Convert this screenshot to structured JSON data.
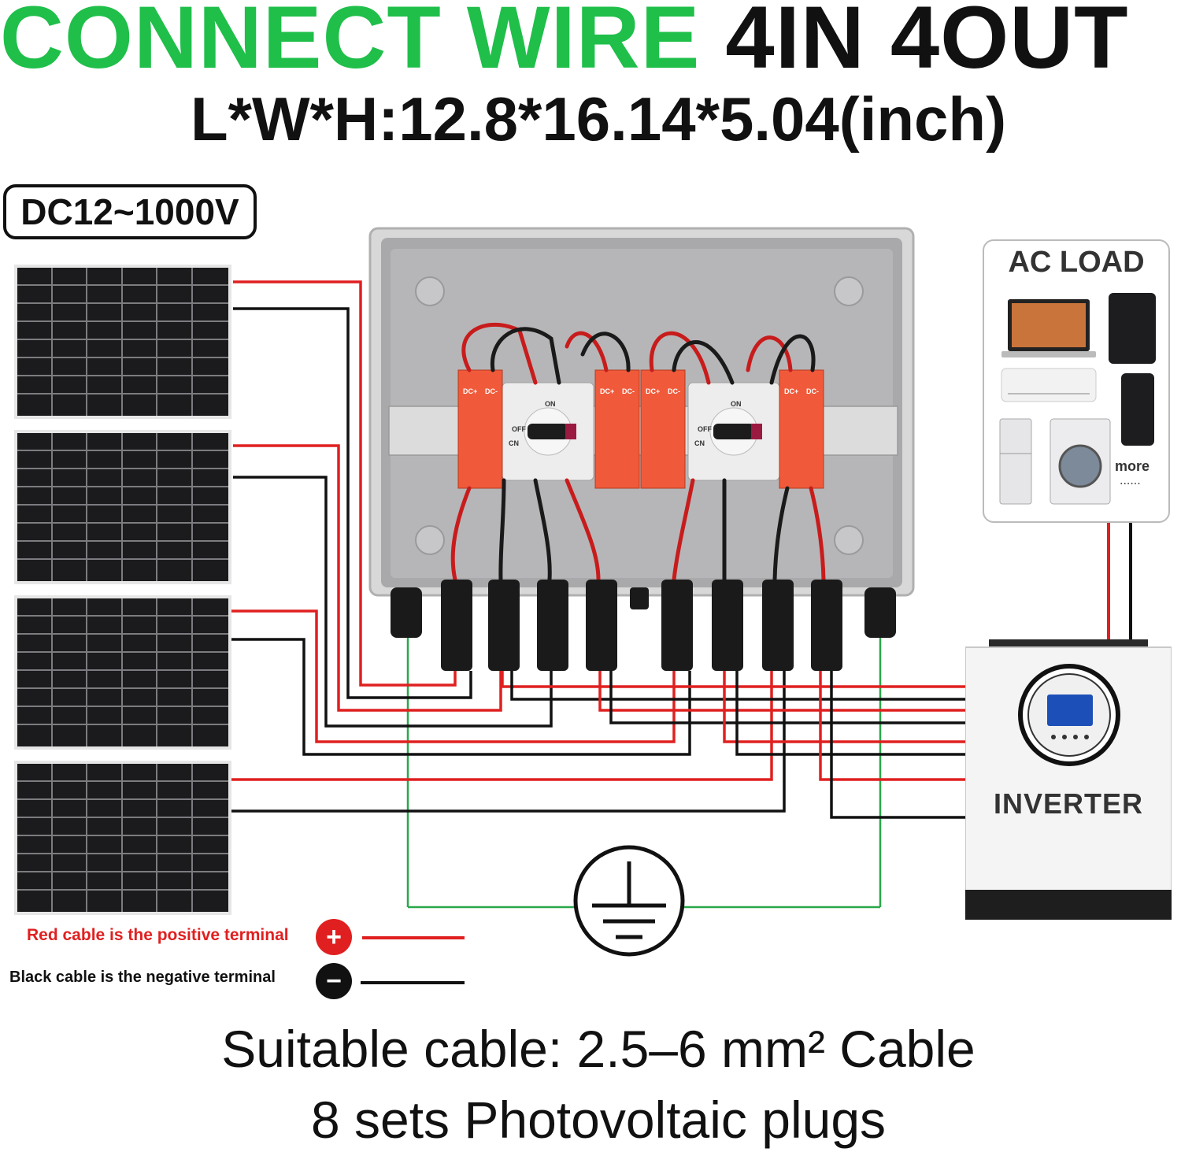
{
  "title": {
    "green": "CONNECT WIRE",
    "black": "4IN 4OUT"
  },
  "dimensions": "L*W*H:12.8*16.14*5.04(inch)",
  "voltage_badge": "DC12~1000V",
  "ac_load": {
    "title": "AC LOAD",
    "more": "more",
    "more_dots": "......"
  },
  "inverter": {
    "label": "INVERTER"
  },
  "component_labels": {
    "spd_plus": "DC+",
    "spd_minus": "DC-",
    "switch_on": "ON",
    "switch_off": "OFF",
    "brand": "CN"
  },
  "legend": {
    "red_text": "Red cable is the positive terminal",
    "black_text": "Black cable is the negative terminal",
    "plus_symbol": "+",
    "minus_symbol": "−"
  },
  "footer": {
    "cable": "Suitable cable: 2.5–6 mm² Cable",
    "plugs": "8 sets Photovoltaic plugs"
  },
  "colors": {
    "green": "#1fbf4a",
    "positive": "#e02020",
    "negative": "#111111",
    "ground": "#2aa84a",
    "spd": "#f05a3a"
  }
}
